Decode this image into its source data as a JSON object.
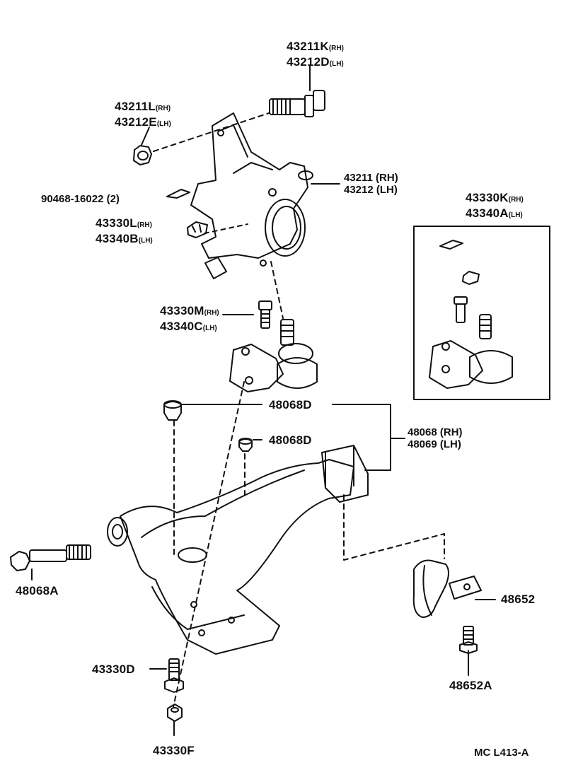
{
  "diagram_code": "MC L413-A",
  "labels": {
    "bolt_k": {
      "line1": "43211K",
      "sfx1": "(RH)",
      "line2": "43212D",
      "sfx2": "(LH)"
    },
    "nut_l": {
      "line1": "43211L",
      "sfx1": "(RH)",
      "line2": "43212E",
      "sfx2": "(LH)"
    },
    "knuckle": {
      "line1": "43211 (RH)",
      "line2": "43212 (LH)"
    },
    "pin": {
      "text": "90468-16022 (2)"
    },
    "nut_330l": {
      "line1": "43330L",
      "sfx1": "(RH)",
      "line2": "43340B",
      "sfx2": "(LH)"
    },
    "balljoint_kit": {
      "line1": "43330K",
      "sfx1": "(RH)",
      "line2": "43340A",
      "sfx2": "(LH)"
    },
    "bolt_m": {
      "line1": "43330M",
      "sfx1": "(RH)",
      "line2": "43340C",
      "sfx2": "(LH)"
    },
    "bushing_a": {
      "text": "48068D"
    },
    "bushing_b": {
      "text": "48068D"
    },
    "arm": {
      "line1": "48068 (RH)",
      "line2": "48069 (LH)"
    },
    "bolt_a": {
      "text": "48068A"
    },
    "bracket": {
      "text": "48652"
    },
    "bolt_b": {
      "text": "48652A"
    },
    "bolt_d": {
      "text": "43330D"
    },
    "nut_f": {
      "text": "43330F"
    }
  }
}
